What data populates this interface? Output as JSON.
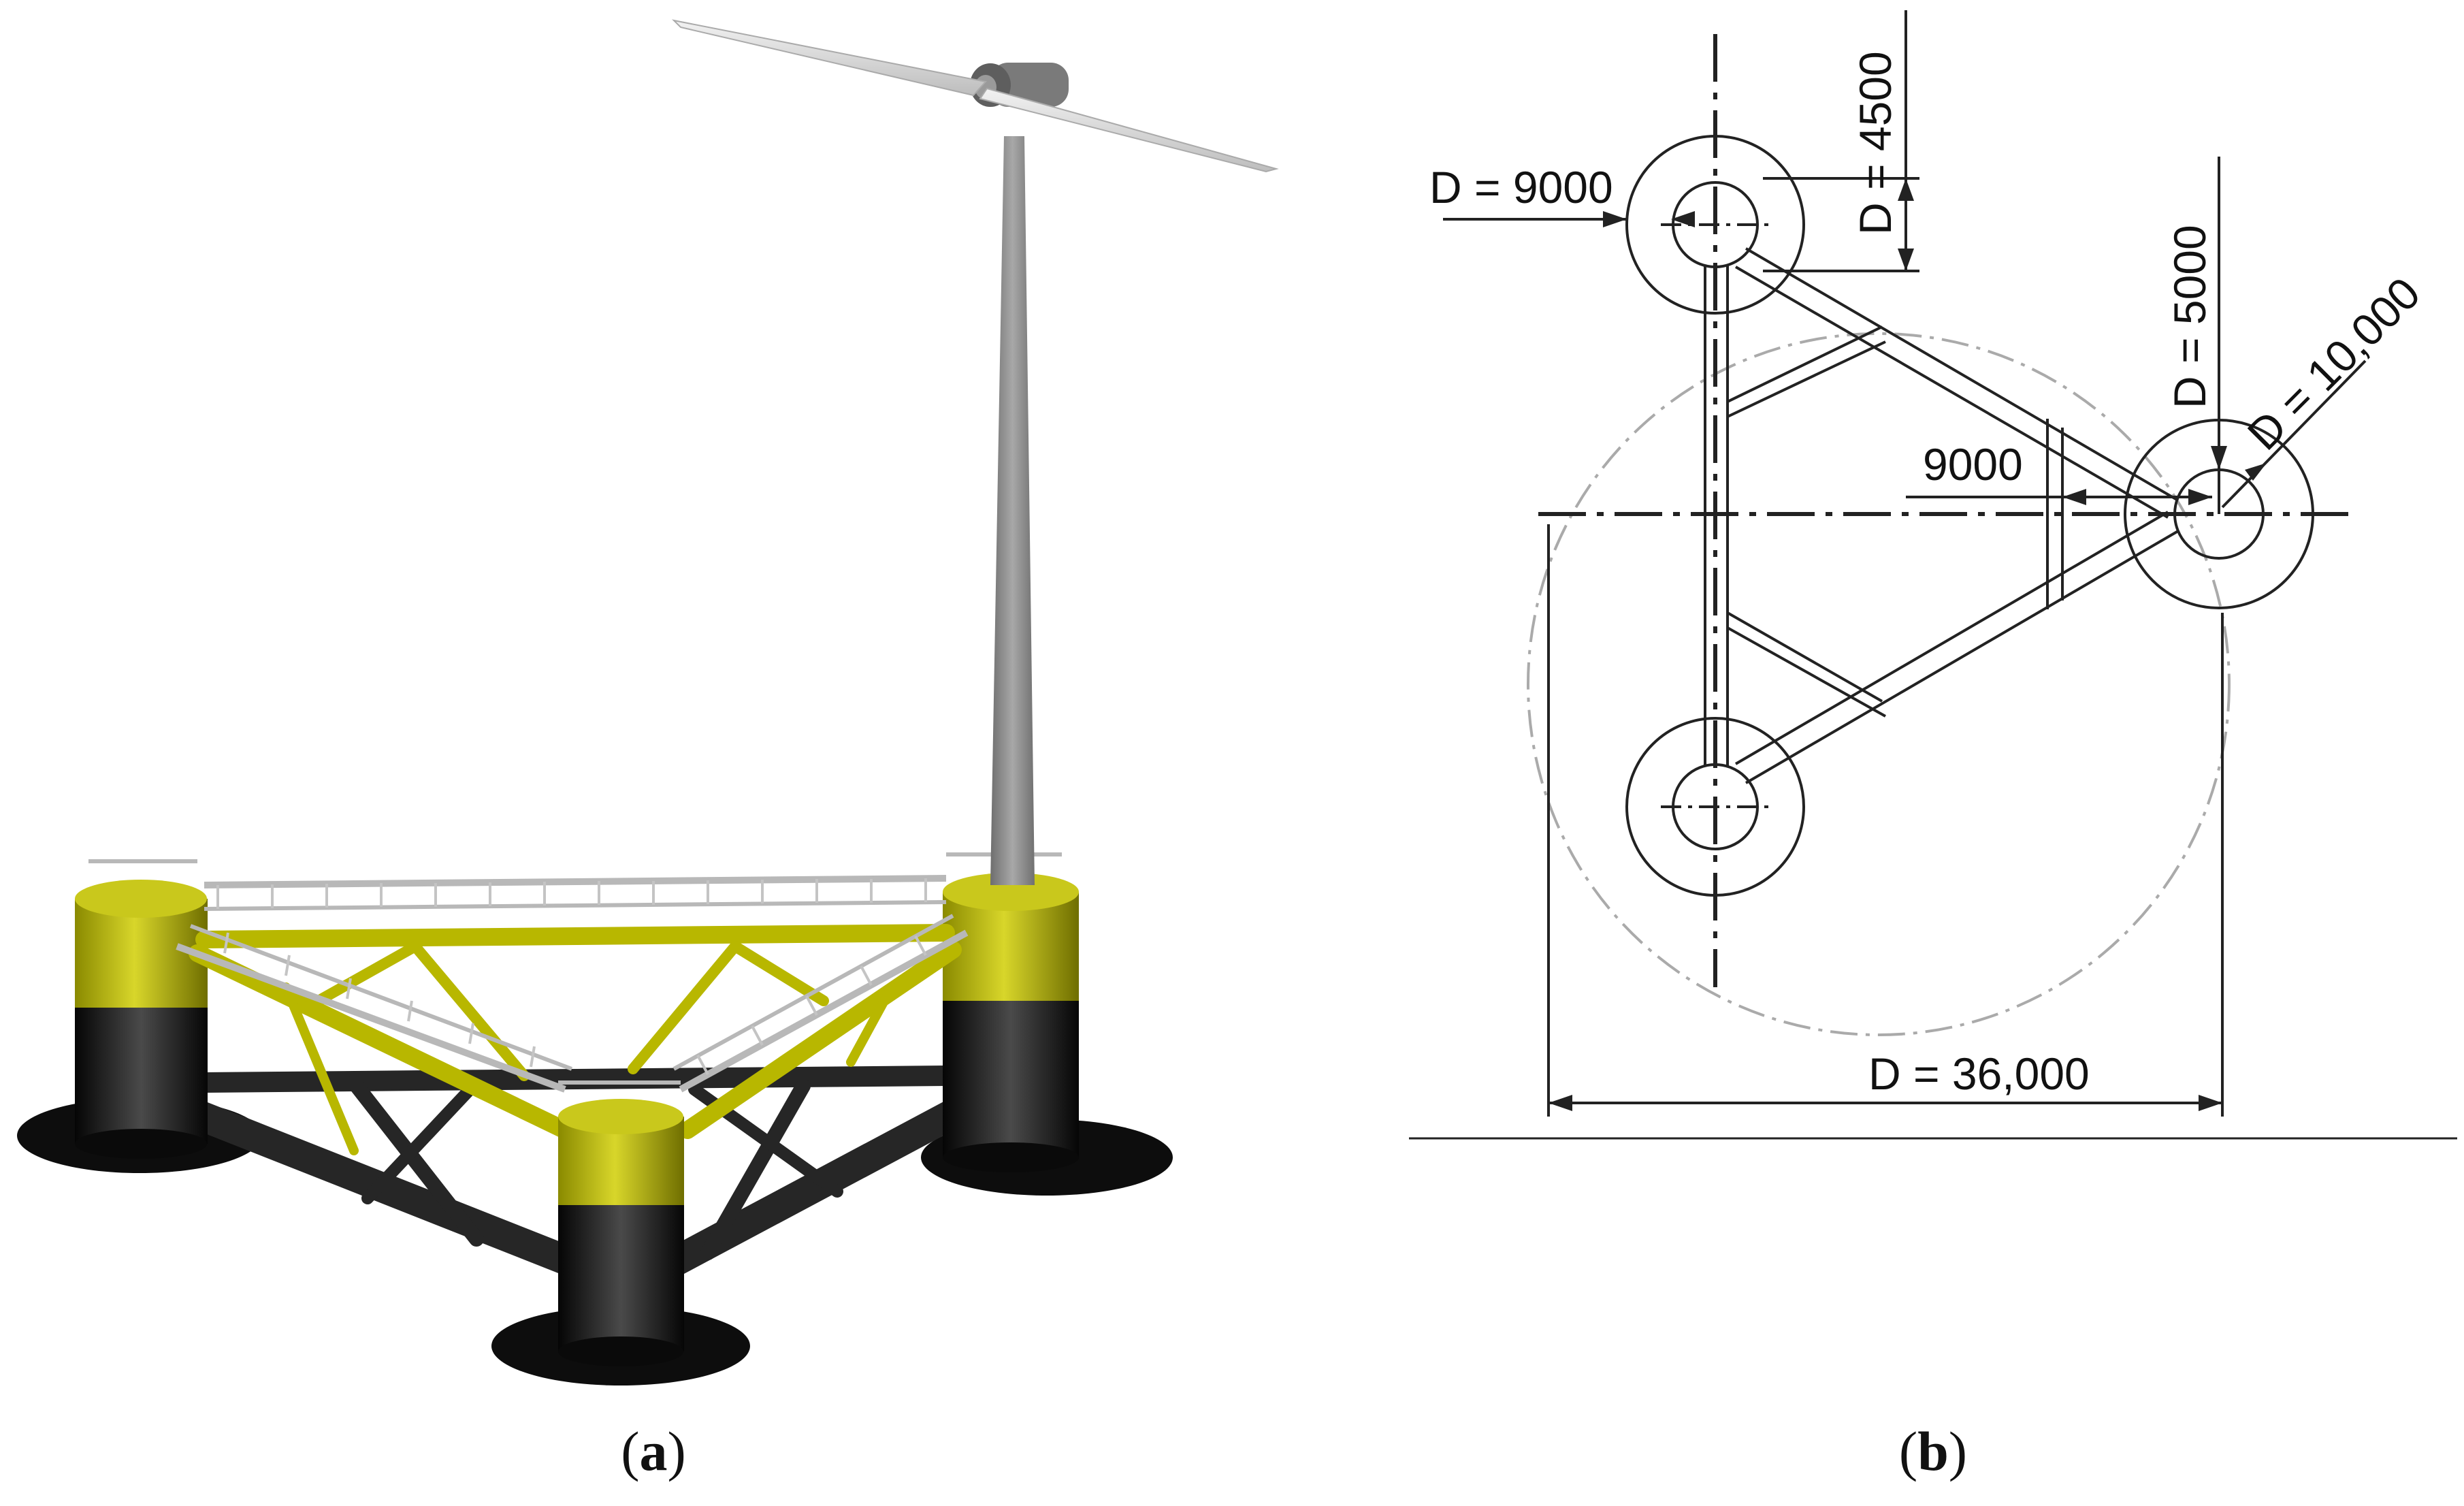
{
  "captions": {
    "a": "a",
    "b": "b"
  },
  "dimensions": {
    "pontoon_diameter": "D = 9000",
    "inner_column_diameter": "D = 4500",
    "center_column_diameter": "D = 5000",
    "outer_diameter": "D = 10,000",
    "brace_offset": "9000",
    "overall_diameter": "D = 36,000"
  },
  "colors": {
    "column_yellow": "#b5b400",
    "column_black": "#1c1c1c",
    "tower_grey": "#8f8f8f",
    "drawing_line": "#222222",
    "construction_circle": "#aaaaaa"
  }
}
